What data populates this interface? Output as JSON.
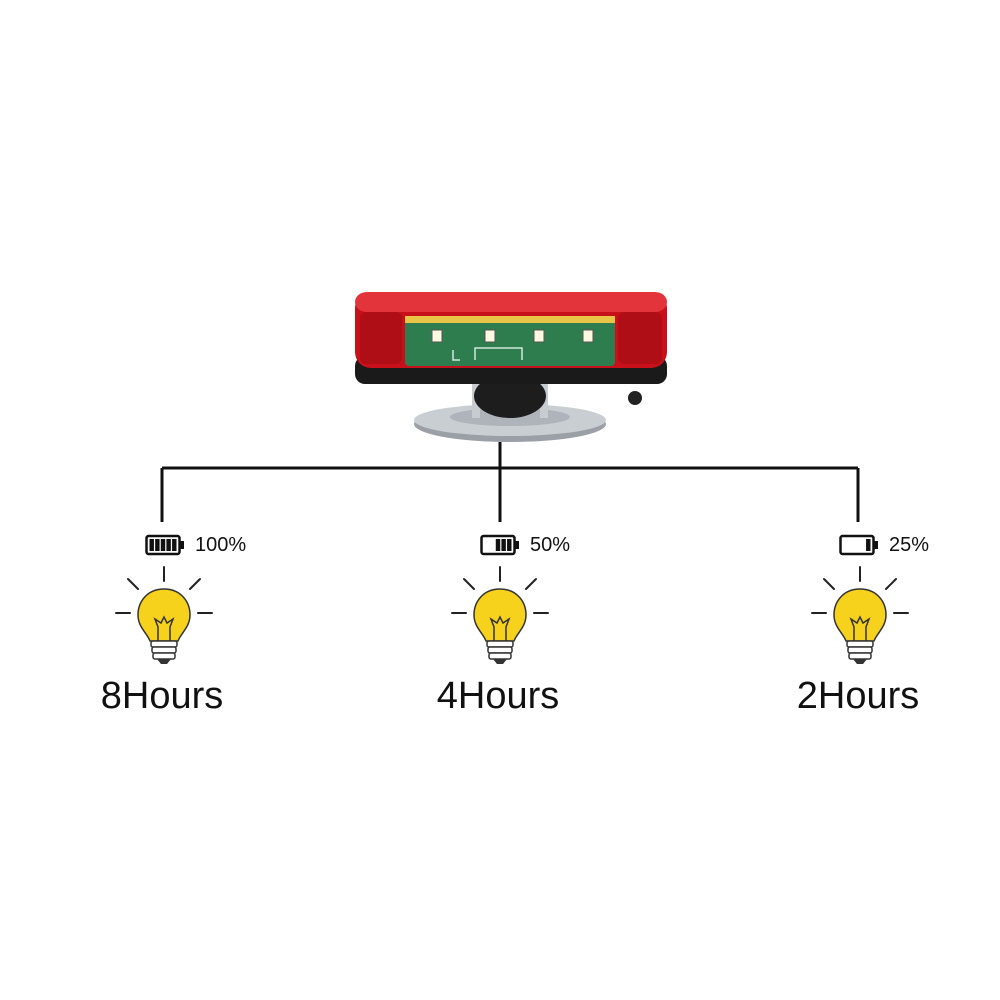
{
  "colors": {
    "line": "#111111",
    "bulb_yellow": "#F7D21C",
    "bulb_outline": "#333333",
    "lamp_red": "#D8141A",
    "pcb_green": "#2E8B57",
    "base_metal": "#B9BEC4"
  },
  "items": [
    {
      "battery_level": 1.0,
      "battery_label": "100%",
      "hours": "8Hours"
    },
    {
      "battery_level": 0.5,
      "battery_label": "50%",
      "hours": "4Hours"
    },
    {
      "battery_level": 0.25,
      "battery_label": "25%",
      "hours": "2Hours"
    }
  ],
  "icons": {
    "battery": "battery-icon",
    "bulb": "light-bulb-icon",
    "product": "tail-light-product-image"
  }
}
